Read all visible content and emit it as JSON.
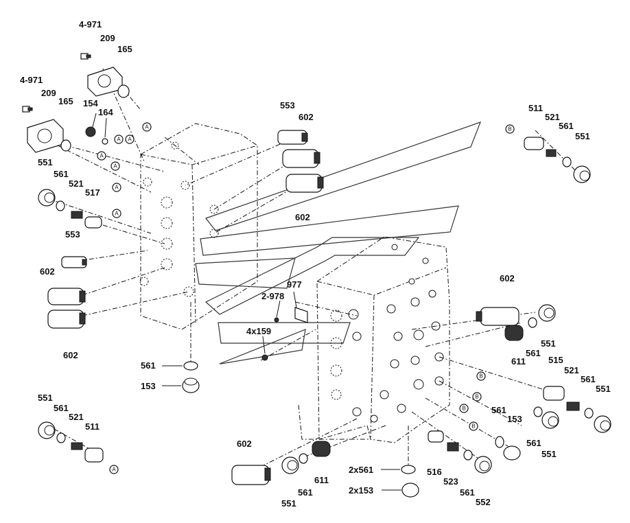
{
  "labels": {
    "l_4971_top": "4-971",
    "l_209_top": "209",
    "l_165_top": "165",
    "l_4971_mid": "4-971",
    "l_209_mid": "209",
    "l_165_mid": "165",
    "l_154": "154",
    "l_164": "164",
    "l_553_top": "553",
    "l_602_top": "602",
    "l_602_mid": "602",
    "l_551_left": "551",
    "l_561_left": "561",
    "l_521_left": "521",
    "l_517": "517",
    "l_553_left": "553",
    "l_602_left1": "602",
    "l_602_left2": "602",
    "l_561_mid": "561",
    "l_153_mid": "153",
    "l_511_tr": "511",
    "l_521_tr": "521",
    "l_561_tr": "561",
    "l_551_tr": "551",
    "l_977": "977",
    "l_2978": "2-978",
    "l_4x159": "4x159",
    "l_602_right": "602",
    "l_551_r1": "551",
    "l_561_r1": "561",
    "l_611_r": "611",
    "l_515": "515",
    "l_521_r": "521",
    "l_561_r2": "561",
    "l_551_r2": "551",
    "l_561_r3": "561",
    "l_153_r": "153",
    "l_561_r4": "561",
    "l_551_r3": "551",
    "l_551_bl": "551",
    "l_561_bl": "561",
    "l_521_bl": "521",
    "l_511_bl": "511",
    "l_602_bot": "602",
    "l_551_bot": "551",
    "l_561_bot": "561",
    "l_611_bot": "611",
    "l_2x561": "2x561",
    "l_2x153": "2x153",
    "l_516": "516",
    "l_523": "523",
    "l_561_bot2": "561",
    "l_552": "552"
  },
  "markers": {
    "a": "A",
    "b": "B"
  }
}
